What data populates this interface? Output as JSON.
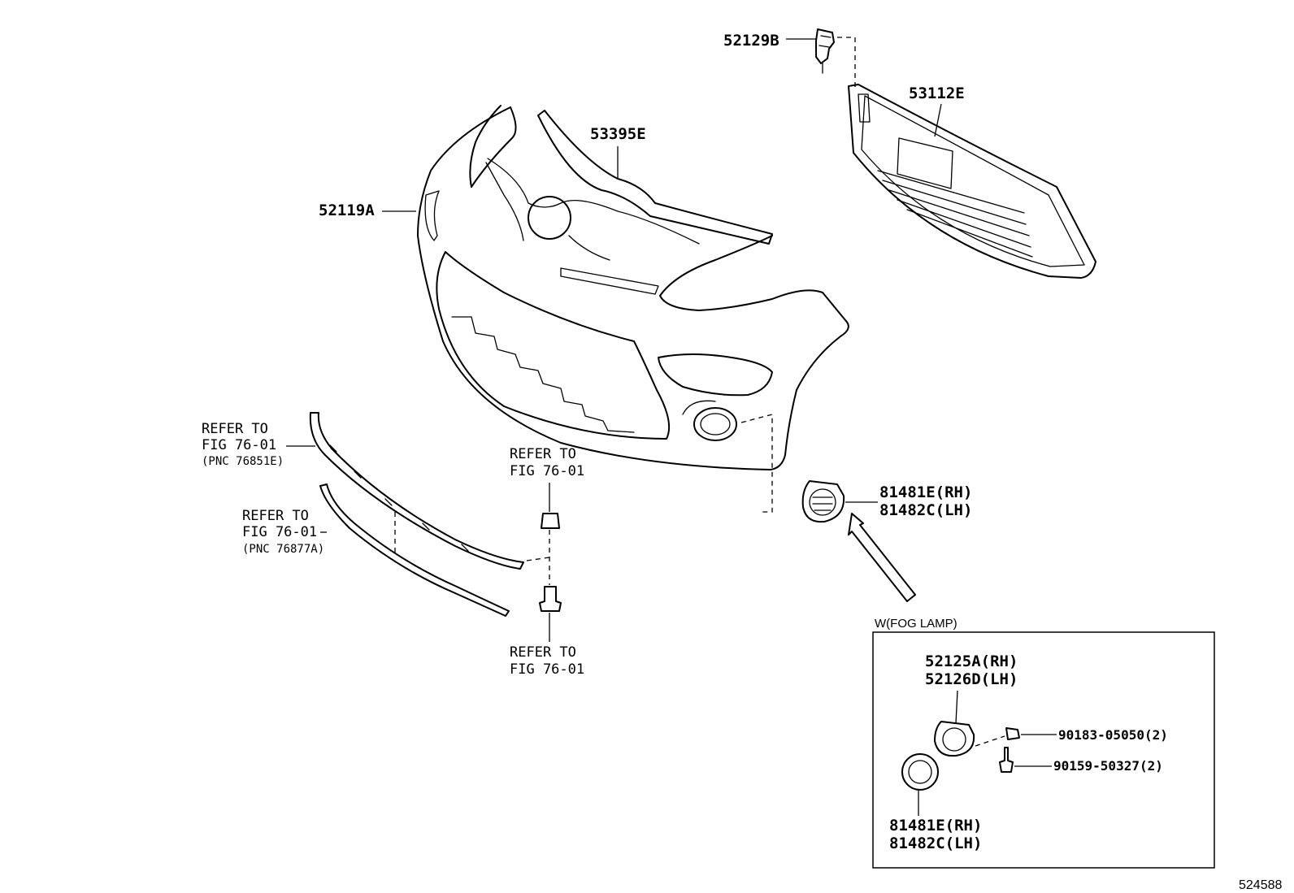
{
  "parts": {
    "p52129B": "52129B",
    "p53112E": "53112E",
    "p53395E": "53395E",
    "p52119A": "52119A",
    "p81481E_rh": "81481E(RH)",
    "p81482C_lh": "81482C(LH)"
  },
  "refs": {
    "left1": {
      "line1": "REFER TO",
      "line2": "FIG 76-01",
      "pnc": "(PNC 76851E)"
    },
    "left2": {
      "line1": "REFER TO",
      "line2": "FIG 76-01",
      "pnc": "(PNC 76877A)"
    },
    "center_top": {
      "line1": "REFER TO",
      "line2": "FIG 76-01"
    },
    "center_bottom": {
      "line1": "REFER TO",
      "line2": "FIG 76-01"
    }
  },
  "inset": {
    "title": "W(FOG LAMP)",
    "p52125A_rh": "52125A(RH)",
    "p52126D_lh": "52126D(LH)",
    "p90183": "90183-05050(2)",
    "p90159": "90159-50327(2)",
    "p81481E_rh": "81481E(RH)",
    "p81482C_lh": "81482C(LH)"
  },
  "diagram_id": "524588"
}
